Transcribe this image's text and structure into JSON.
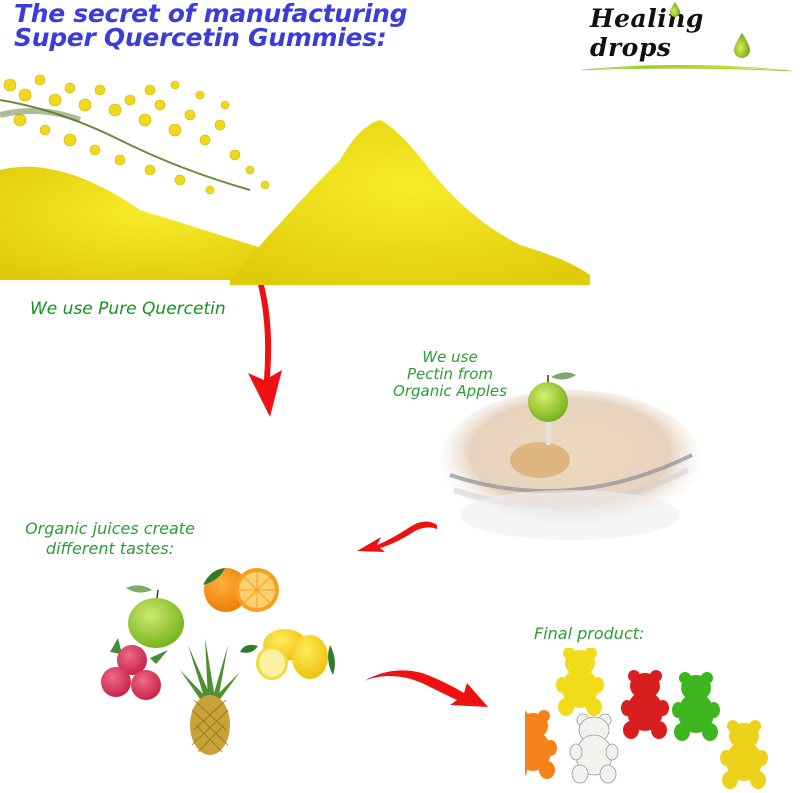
{
  "header": {
    "title_line1": "The secret of manufacturing",
    "title_line2": "Super Quercetin Gummies:"
  },
  "logo": {
    "text": "Healing drops",
    "icon": "green-drop-icon"
  },
  "steps": [
    {
      "id": "quercetin",
      "caption": "We use Pure Quercetin",
      "image": "yellow-quercetin-powder-with-mimosa-flowers"
    },
    {
      "id": "pectin",
      "caption_line1": "We use",
      "caption_line2": "Pectin from",
      "caption_line3": "Organic Apples",
      "image": "green-apple-over-pectin-bowl"
    },
    {
      "id": "juices",
      "caption_line1": "Organic juices create",
      "caption_line2": "different tastes:",
      "images": [
        "green-apple",
        "orange",
        "lemons",
        "raspberries",
        "pineapple"
      ]
    },
    {
      "id": "final",
      "caption": "Final product:",
      "images": [
        "yellow-gummy-bear",
        "red-gummy-bear",
        "green-gummy-bear",
        "orange-gummy-bear",
        "white-gummy-bear",
        "yellow-gummy-bear"
      ]
    }
  ],
  "arrows": [
    "arrow-down-red",
    "arrow-down-left-red",
    "arrow-right-red"
  ],
  "colors": {
    "title": "#3b3ddb",
    "caption_green": "#2aa032",
    "arrow_red": "#ee1111",
    "powder_yellow": "#f2e21a"
  }
}
